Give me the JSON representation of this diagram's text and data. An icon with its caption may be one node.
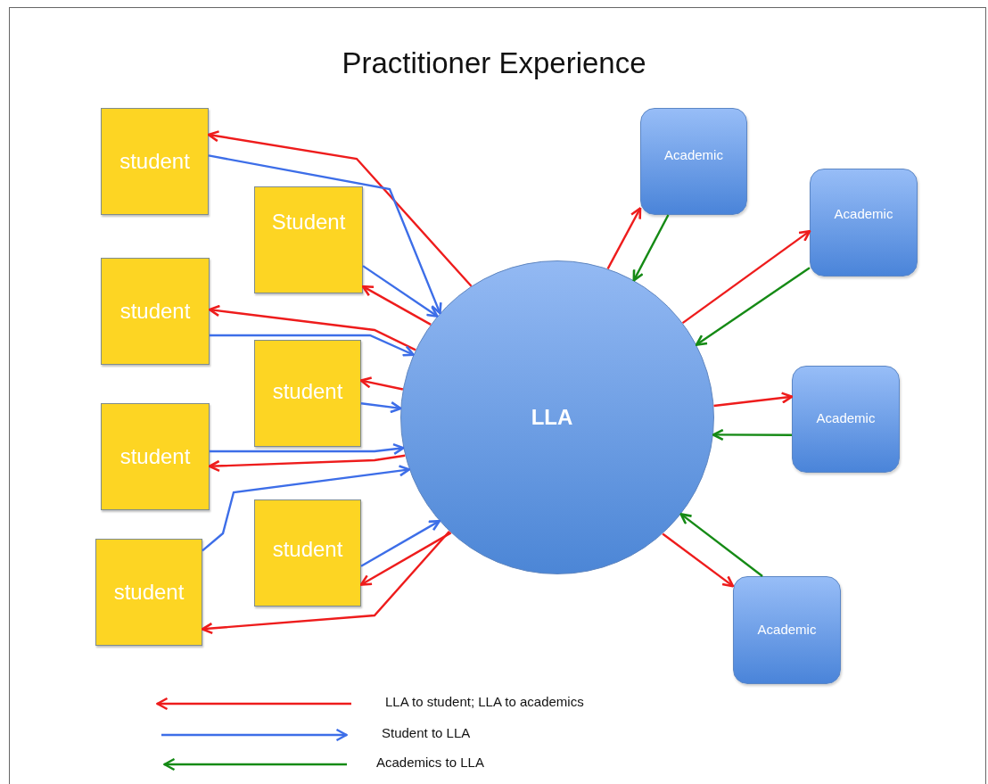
{
  "diagram": {
    "title": "Practitioner Experience",
    "nodes": [
      {
        "text": [
          "student"
        ]
      },
      {
        "text": [
          "Student"
        ]
      },
      {
        "text": [
          "student"
        ]
      },
      {
        "text": [
          "student"
        ]
      },
      {
        "text": [
          "student"
        ]
      },
      {
        "text": [
          "student"
        ]
      },
      {
        "text": [
          "student"
        ]
      },
      {
        "text": [
          "LLA"
        ]
      },
      {
        "text": [
          "Academic"
        ]
      },
      {
        "text": [
          "Academic"
        ]
      },
      {
        "text": [
          "Academic"
        ]
      },
      {
        "text": [
          "Academic"
        ]
      }
    ],
    "edges": [
      {
        "from": 7,
        "to": 0,
        "arrow": "to"
      },
      {
        "from": 0,
        "to": 7,
        "arrow": "to",
        "color": "#3d6ee8"
      },
      {
        "from": 1,
        "to": 7,
        "arrow": "to",
        "color": "#3d6ee8"
      },
      {
        "from": 7,
        "to": 1,
        "arrow": "to"
      },
      {
        "from": 7,
        "to": 2,
        "arrow": "to"
      },
      {
        "from": 2,
        "to": 7,
        "arrow": "to",
        "color": "#3d6ee8"
      },
      {
        "from": 7,
        "to": 3,
        "arrow": "to"
      },
      {
        "from": 3,
        "to": 7,
        "arrow": "to",
        "color": "#3d6ee8"
      },
      {
        "from": 4,
        "to": 7,
        "arrow": "to",
        "color": "#3d6ee8"
      },
      {
        "from": 7,
        "to": 4,
        "arrow": "to"
      },
      {
        "from": 6,
        "to": 7,
        "arrow": "to",
        "color": "#3d6ee8"
      },
      {
        "from": 7,
        "to": 6,
        "arrow": "to"
      },
      {
        "from": 5,
        "to": 7,
        "arrow": "to",
        "color": "#3d6ee8"
      },
      {
        "from": 7,
        "to": 5,
        "arrow": "to"
      },
      {
        "from": 7,
        "to": 8,
        "arrow": "to"
      },
      {
        "from": 8,
        "to": 7,
        "arrow": "to",
        "color": "#158a15"
      },
      {
        "from": 7,
        "to": 9,
        "arrow": "to"
      },
      {
        "from": 9,
        "to": 7,
        "arrow": "to",
        "color": "#158a15"
      },
      {
        "from": 7,
        "to": 10,
        "arrow": "to"
      },
      {
        "from": 10,
        "to": 7,
        "arrow": "to",
        "color": "#158a15"
      },
      {
        "from": 7,
        "to": 11,
        "arrow": "to"
      },
      {
        "from": 11,
        "to": 7,
        "arrow": "to",
        "color": "#158a15"
      }
    ],
    "legend": [
      {
        "text": "LLA to student; LLA to academics",
        "color": "#ee1c1c"
      },
      {
        "text": "Student to LLA",
        "color": "#3d6ee8"
      },
      {
        "text": "Academics to LLA",
        "color": "#158a15"
      }
    ]
  }
}
